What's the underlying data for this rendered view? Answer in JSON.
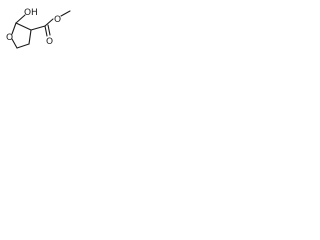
{
  "molecule": {
    "atoms": {
      "hydroxyl_o": "O",
      "hydroxyl_h": "H",
      "ring_o": "O",
      "carbonyl_o": "O",
      "ester_o": "O"
    }
  }
}
